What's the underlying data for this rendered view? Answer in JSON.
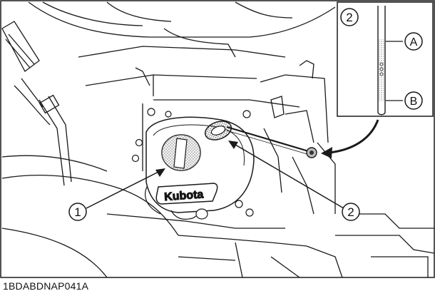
{
  "figure": {
    "code": "1BDABDNAP041A",
    "brand_text": "Kubota"
  },
  "callouts": [
    {
      "id": "part-1",
      "label": "1"
    },
    {
      "id": "part-2",
      "label": "2"
    }
  ],
  "inset": {
    "number": "2",
    "marks": [
      {
        "id": "mark-a",
        "label": "A"
      },
      {
        "id": "mark-b",
        "label": "B"
      }
    ]
  },
  "colors": {
    "line": "#1a1a1a",
    "shade": "#d9d9d9",
    "dots": "#555555",
    "background": "#ffffff"
  }
}
